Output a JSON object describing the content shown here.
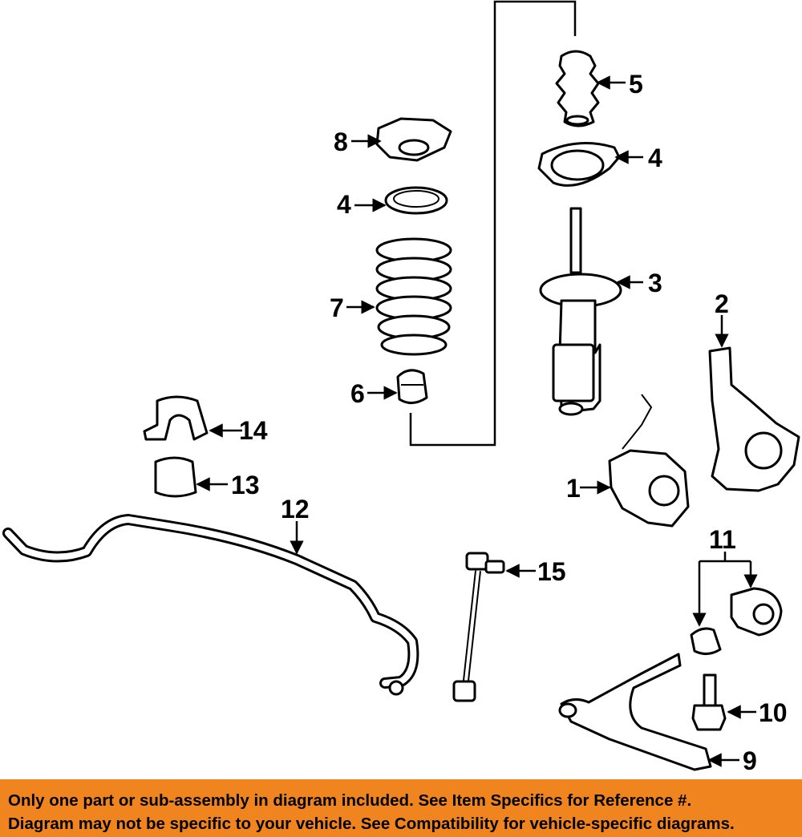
{
  "callouts": [
    "1",
    "2",
    "3",
    "4",
    "4",
    "5",
    "6",
    "7",
    "8",
    "9",
    "10",
    "11",
    "12",
    "13",
    "14",
    "15"
  ],
  "banner": {
    "line1": "Only one part or sub-assembly in diagram included. See Item Specifics for Reference #.",
    "line2": "Diagram may not be specific to your vehicle. See Compatibility for vehicle-specific diagrams."
  },
  "colors": {
    "banner": "#f0841e",
    "ink": "#000000"
  }
}
